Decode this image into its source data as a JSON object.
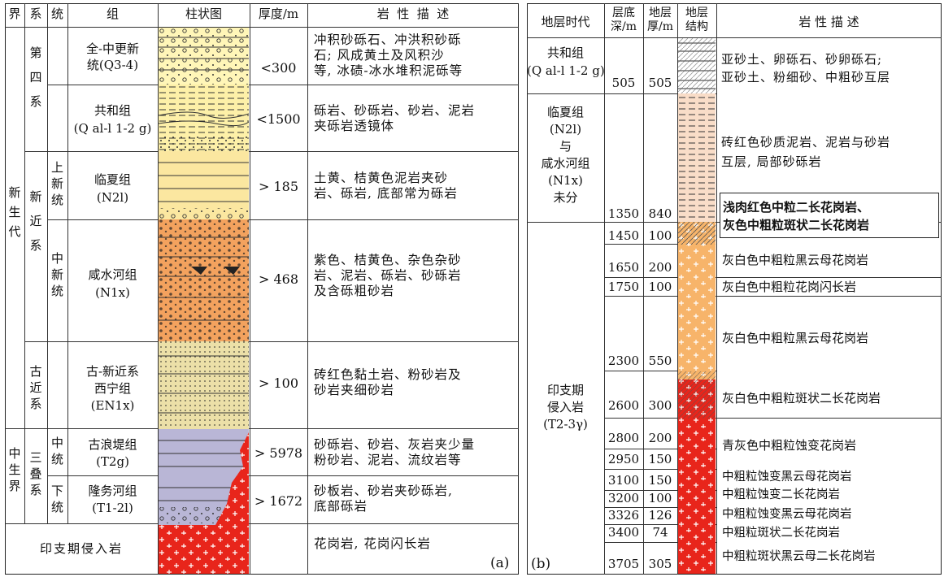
{
  "panel_a": {
    "headers": [
      "界",
      "系",
      "统",
      "组",
      "柱状图",
      "厚度/m",
      "岩  性  描  述"
    ],
    "era_cenozoic": "新\n生\n代",
    "era_mesozoic": "中\n生\n界",
    "sys_quaternary": "第\n\n四\n\n系",
    "sys_neogene": "新\n\n近\n\n系",
    "sys_paleogene": "古\n近\n系",
    "sys_triassic": "三\n叠\n系",
    "series_upper": "上\n新\n统",
    "series_middle_miocene": "中\n新\n统",
    "series_middle": "中\n统",
    "series_lower": "下\n统",
    "rows": [
      {
        "group": "全-中更新\n统(Q3-4)",
        "thickness": "<300",
        "desc": "冲积砂砾石、冲洪积砂砾\n石; 风成黄土及风积沙\n等, 冰碛-冰水堆积泥砾等"
      },
      {
        "group": "共和组\n(Q al-l 1-2 g)",
        "thickness": "<1500",
        "desc": "砾岩、砂砾岩、砂岩、泥岩\n夹砾岩透镜体"
      },
      {
        "group": "临夏组\n(N2l)",
        "thickness": "> 185",
        "desc": "土黄、桔黄色泥岩夹砂\n岩、砾岩, 底部常为砾岩"
      },
      {
        "group": "咸水河组\n(N1x)",
        "thickness": "> 468",
        "desc": "紫色、桔黄色、杂色杂砂\n岩、泥岩、砾岩、砂砾岩\n及含砾粗砂岩"
      },
      {
        "group": "古-新近系\n西宁组\n(EN1x)",
        "thickness": "> 100",
        "desc": "砖红色黏土岩、粉砂岩及\n砂岩夹细砂岩"
      },
      {
        "group": "古浪堤组\n(T2g)",
        "thickness": "> 5978",
        "desc": "砂砾岩、砂岩、灰岩夹少量\n粉砂岩、泥岩、流纹岩等"
      },
      {
        "group": "隆务河组\n(T1-2l)",
        "thickness": "> 1672",
        "desc": "砂板岩、砂岩夹砂砾岩,\n底部砾岩"
      }
    ],
    "bottom_label": "印支期侵入岩",
    "bottom_desc": "花岗岩, 花岗闪长岩",
    "label": "(a)"
  },
  "panel_b": {
    "headers": {
      "age": "地层时代",
      "depth": "层底\n深/m",
      "thick": "地层\n厚/m",
      "struct": "地层\n结构",
      "desc": "岩 性 描 述"
    },
    "gonghe": {
      "name": "共和组\n(Q al-l 1-2 g)",
      "depth": "505",
      "thick": "505",
      "desc": "亚砂土、卵砾石、砂卵砾石;\n亚砂土、粉细砂、中粗砂互层"
    },
    "linxia": {
      "name": "临夏组\n(N2l)\n与\n咸水河组\n(N1x)\n未分",
      "depth": "1350",
      "thick": "840",
      "desc": "砖红色砂质泥岩、泥岩与砂岩\n互层, 局部砂砾岩"
    },
    "callout": "浅肉红色中粒二长花岗岩、\n灰色中粗粒斑状二长花岗岩",
    "intrusive_name": "印支期\n侵入岩\n(T2-3γ)",
    "intrusive_rows": [
      {
        "depth": "1450",
        "thick": "100",
        "desc": ""
      },
      {
        "depth": "1650",
        "thick": "200",
        "desc": "灰白色中粗粒黑云母花岗岩"
      },
      {
        "depth": "1750",
        "thick": "100",
        "desc": "灰白色中粗粒花岗闪长岩"
      },
      {
        "depth": "2300",
        "thick": "550",
        "desc": "灰白色中粗粒黑云母花岗岩"
      },
      {
        "depth": "2600",
        "thick": "300",
        "desc": "灰白色中粗粒斑状二长花岗岩"
      },
      {
        "depth": "2800",
        "thick": "200",
        "desc": "青灰色中粗粒蚀变花岗岩"
      },
      {
        "depth": "2950",
        "thick": "150",
        "desc": ""
      },
      {
        "depth": "3100",
        "thick": "150",
        "desc": "中粗粒蚀变黑云母花岗岩"
      },
      {
        "depth": "3200",
        "thick": "100",
        "desc": "中粗粒蚀变二长花岗岩"
      },
      {
        "depth": "3326",
        "thick": "126",
        "desc": "中粗粒蚀变黑云母花岗岩"
      },
      {
        "depth": "3400",
        "thick": "74",
        "desc": "中粗粒斑状二长花岗岩"
      },
      {
        "depth": "3705",
        "thick": "305",
        "desc": "中粗粒斑状黑云母二长花岗岩"
      }
    ],
    "label": "(b)"
  },
  "colors": {
    "granite_red": "#e8251b",
    "orange": "#f3a25e",
    "sand_yellow": "#fff2a8",
    "pale_yellow": "#fbf3c4",
    "khaki": "#e8d9a0",
    "purple_grey": "#b9b6d6",
    "peach": "#f9ddc8"
  }
}
